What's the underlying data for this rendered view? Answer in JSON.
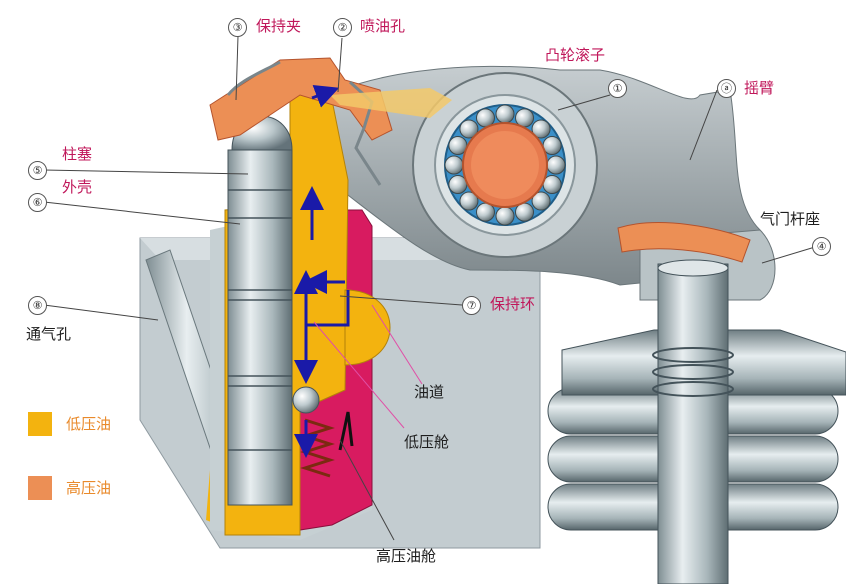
{
  "callouts": [
    {
      "id": "c3",
      "number": "③",
      "label": "保持夹"
    },
    {
      "id": "c2",
      "number": "②",
      "label": "喷油孔"
    },
    {
      "id": "c1",
      "number": "①",
      "label": "凸轮滚子"
    },
    {
      "id": "ca",
      "number": "ⓐ",
      "label": "摇臂"
    },
    {
      "id": "c5",
      "number": "⑤",
      "label": "柱塞"
    },
    {
      "id": "c6",
      "number": "⑥",
      "label": "外壳"
    },
    {
      "id": "c4",
      "number": "④",
      "label": "气门杆座"
    },
    {
      "id": "c8",
      "number": "⑧",
      "label": "通气孔"
    },
    {
      "id": "c7",
      "number": "⑦",
      "label": "保持环"
    }
  ],
  "annotations": {
    "oil_channel": "油道",
    "low_pressure_chamber": "低压舱",
    "high_pressure_chamber": "高压油舱"
  },
  "legend": [
    {
      "label": "低压油",
      "color": "#f3b30f"
    },
    {
      "label": "高压油",
      "color": "#ec8f55"
    }
  ],
  "colors": {
    "label_magenta": "#c0175a",
    "label_black": "#1e1e1e",
    "low_pressure_oil": "#f3b30f",
    "high_pressure_oil": "#ec8f55",
    "high_pressure_chamber": "#d81b60",
    "flow_arrows": "#1a1aa8"
  }
}
